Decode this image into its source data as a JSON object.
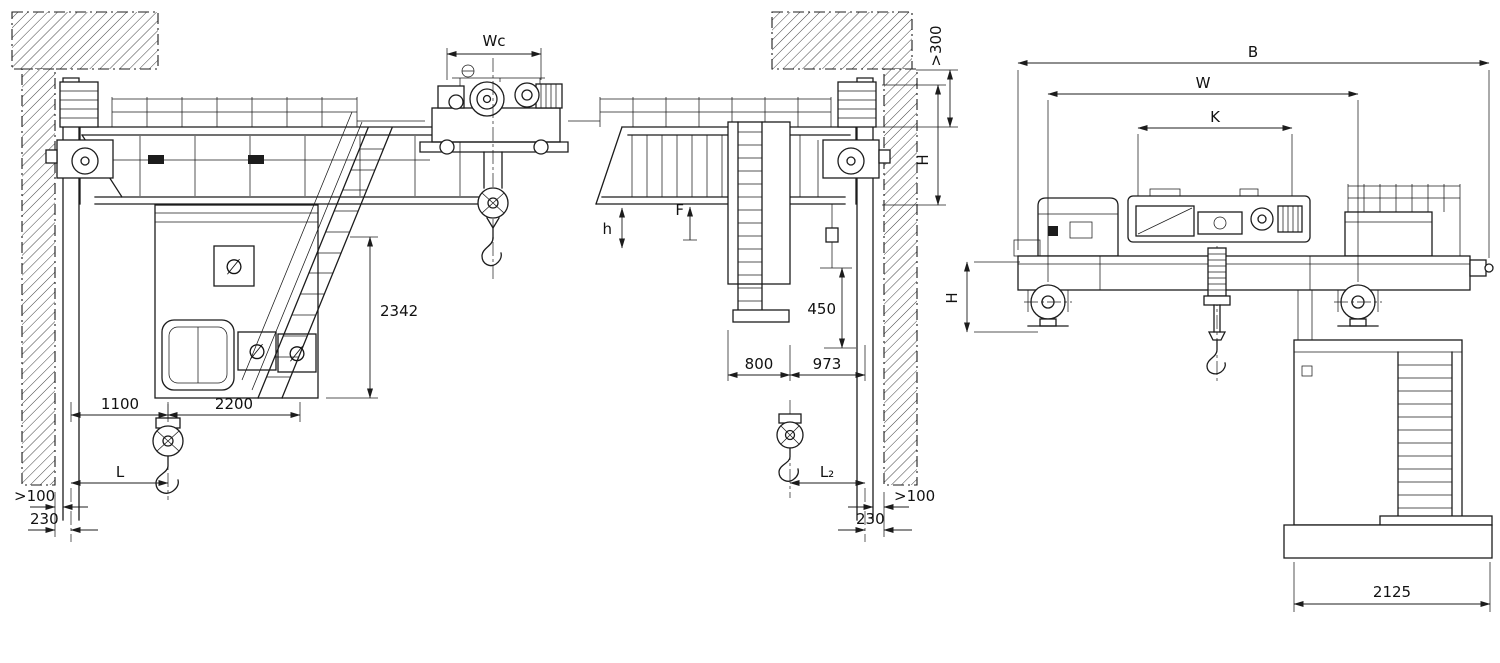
{
  "page": {
    "background": "#ffffff",
    "ink": "#1c1c1c"
  },
  "front_view": {
    "labels": {
      "trolley_gauge_wc": "Wc",
      "top_clearance": ">300",
      "crane_height": "H",
      "dim_f": "F",
      "dim_h": "h",
      "dim_2342": "2342",
      "dim_450": "450",
      "dim_800": "800",
      "dim_973": "973",
      "dim_1100": "1100",
      "dim_2200": "2200",
      "hook_approach_left": "L",
      "hook_approach_right": "L₂",
      "wall_clearance_left": ">100",
      "wall_clearance_right": ">100",
      "rail_to_wall_left": "230",
      "rail_to_wall_right": "230",
      "panel_symbol": "∅"
    }
  },
  "side_view": {
    "labels": {
      "dim_b": "B",
      "dim_w": "W",
      "dim_k": "K",
      "dim_h": "H",
      "dim_2125": "2125"
    }
  }
}
